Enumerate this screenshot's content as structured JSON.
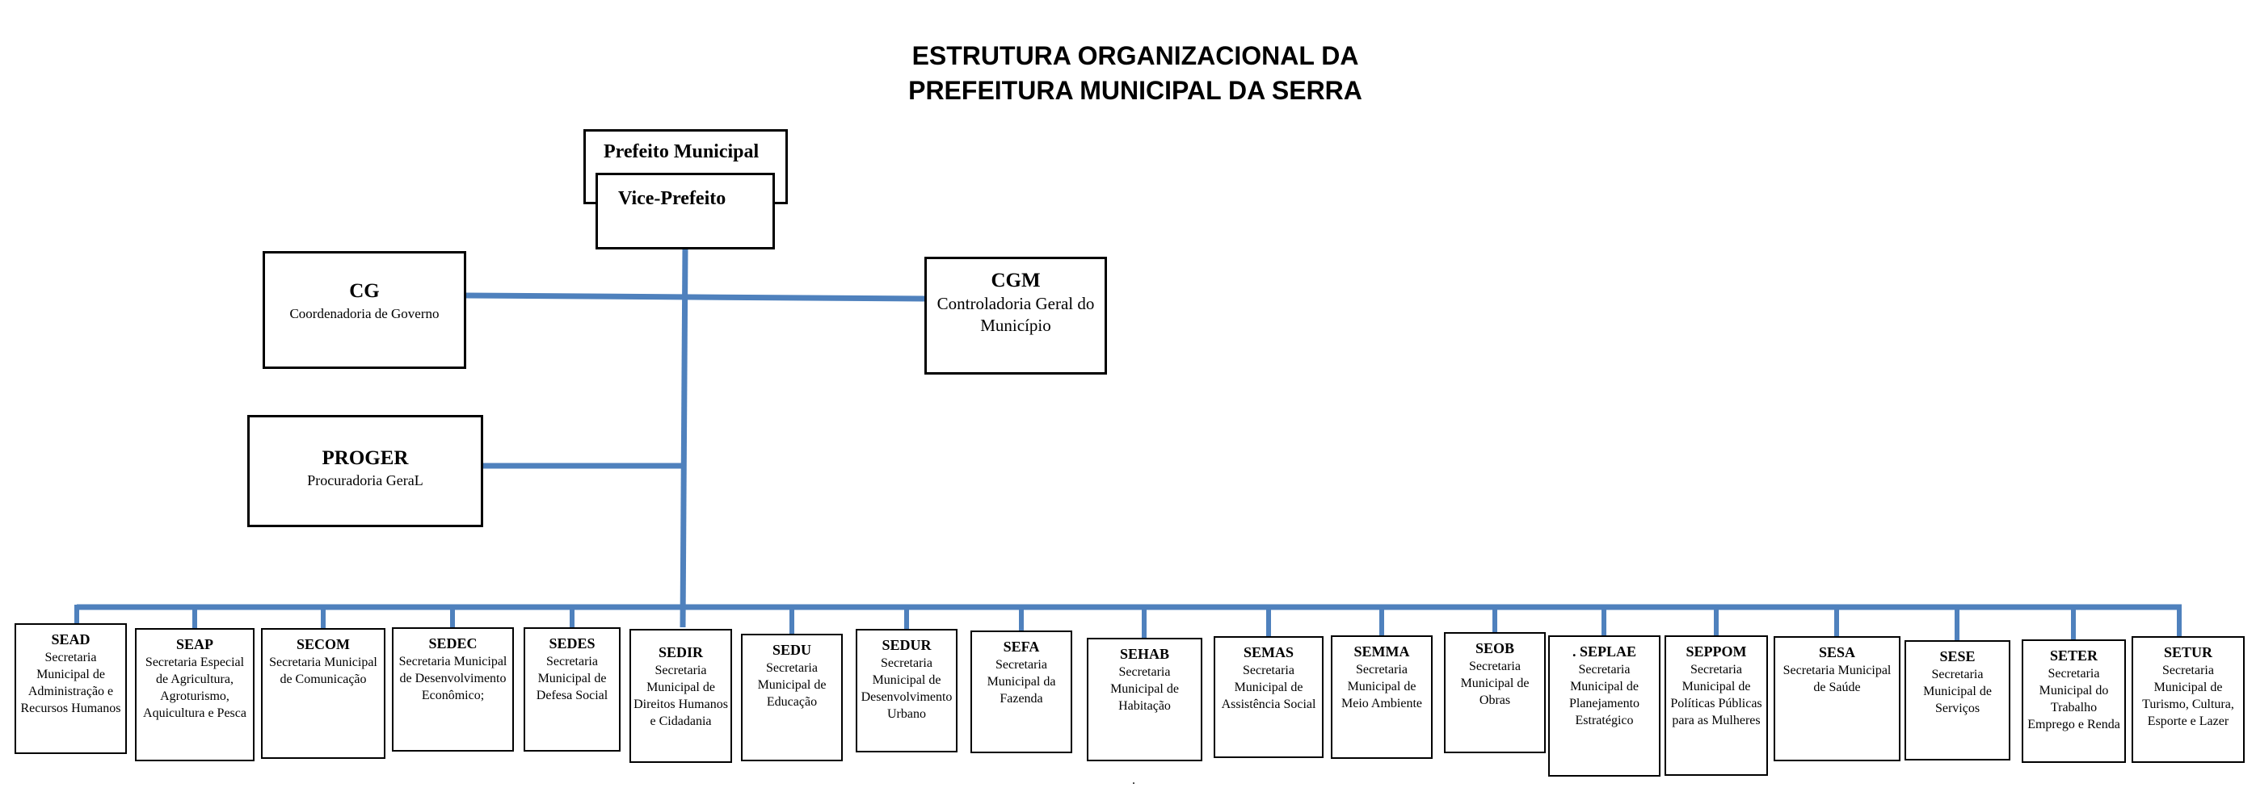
{
  "title": {
    "line1": "ESTRUTURA ORGANIZACIONAL DA",
    "line2": "PREFEITURA MUNICIPAL DA SERRA"
  },
  "executive": {
    "mayor_label": "Prefeito Municipal",
    "vice_mayor_label": "Vice-Prefeito"
  },
  "advisory_units": [
    {
      "acronym": "CG",
      "name": "Coordenadoria de Governo"
    },
    {
      "acronym": "CGM",
      "name": "Controladoria Geral do Município"
    },
    {
      "acronym": "PROGER",
      "name": "Procuradoria GeraL"
    }
  ],
  "secretariats": [
    {
      "acronym": "SEAD",
      "name": "Secretaria Municipal de Administração e Recursos Humanos"
    },
    {
      "acronym": "SEAP",
      "name": "Secretaria Especial de Agricultura, Agroturismo, Aquicultura e Pesca"
    },
    {
      "acronym": "SECOM",
      "name": "Secretaria Municipal de Comunicação"
    },
    {
      "acronym": "SEDEC",
      "name": "Secretaria Municipal de Desenvolvimento Econômico;"
    },
    {
      "acronym": "SEDES",
      "name": "Secretaria Municipal de Defesa Social"
    },
    {
      "acronym": "SEDIR",
      "name": "Secretaria Municipal de Direitos Humanos e Cidadania"
    },
    {
      "acronym": "SEDU",
      "name": "Secretaria Municipal de Educação"
    },
    {
      "acronym": "SEDUR",
      "name": "Secretaria Municipal de Desenvolvimento Urbano"
    },
    {
      "acronym": "SEFA",
      "name": "Secretaria Municipal da Fazenda"
    },
    {
      "acronym": "SEHAB",
      "name": "Secretaria Municipal de Habitação"
    },
    {
      "acronym": "SEMAS",
      "name": "Secretaria Municipal de Assistência Social"
    },
    {
      "acronym": "SEMMA",
      "name": "Secretaria Municipal de Meio Ambiente"
    },
    {
      "acronym": "SEOB",
      "name": "Secretaria Municipal de Obras"
    },
    {
      "acronym": ". SEPLAE",
      "name": "Secretaria Municipal de Planejamento Estratégico"
    },
    {
      "acronym": "SEPPOM",
      "name": "Secretaria Municipal de Políticas Públicas para as Mulheres"
    },
    {
      "acronym": "SESA",
      "name": "Secretaria Municipal de Saúde"
    },
    {
      "acronym": "SESE",
      "name": "Secretaria Municipal de Serviços"
    },
    {
      "acronym": "SETER",
      "name": "Secretaria Municipal do Trabalho Emprego e Renda"
    },
    {
      "acronym": "SETUR",
      "name": "Secretaria Municipal de Turismo, Cultura, Esporte e Lazer"
    }
  ],
  "footnote": ".",
  "colors": {
    "connector_blue": "#4f81bd",
    "box_border": "#000000",
    "text": "#000000",
    "background": "#ffffff"
  }
}
